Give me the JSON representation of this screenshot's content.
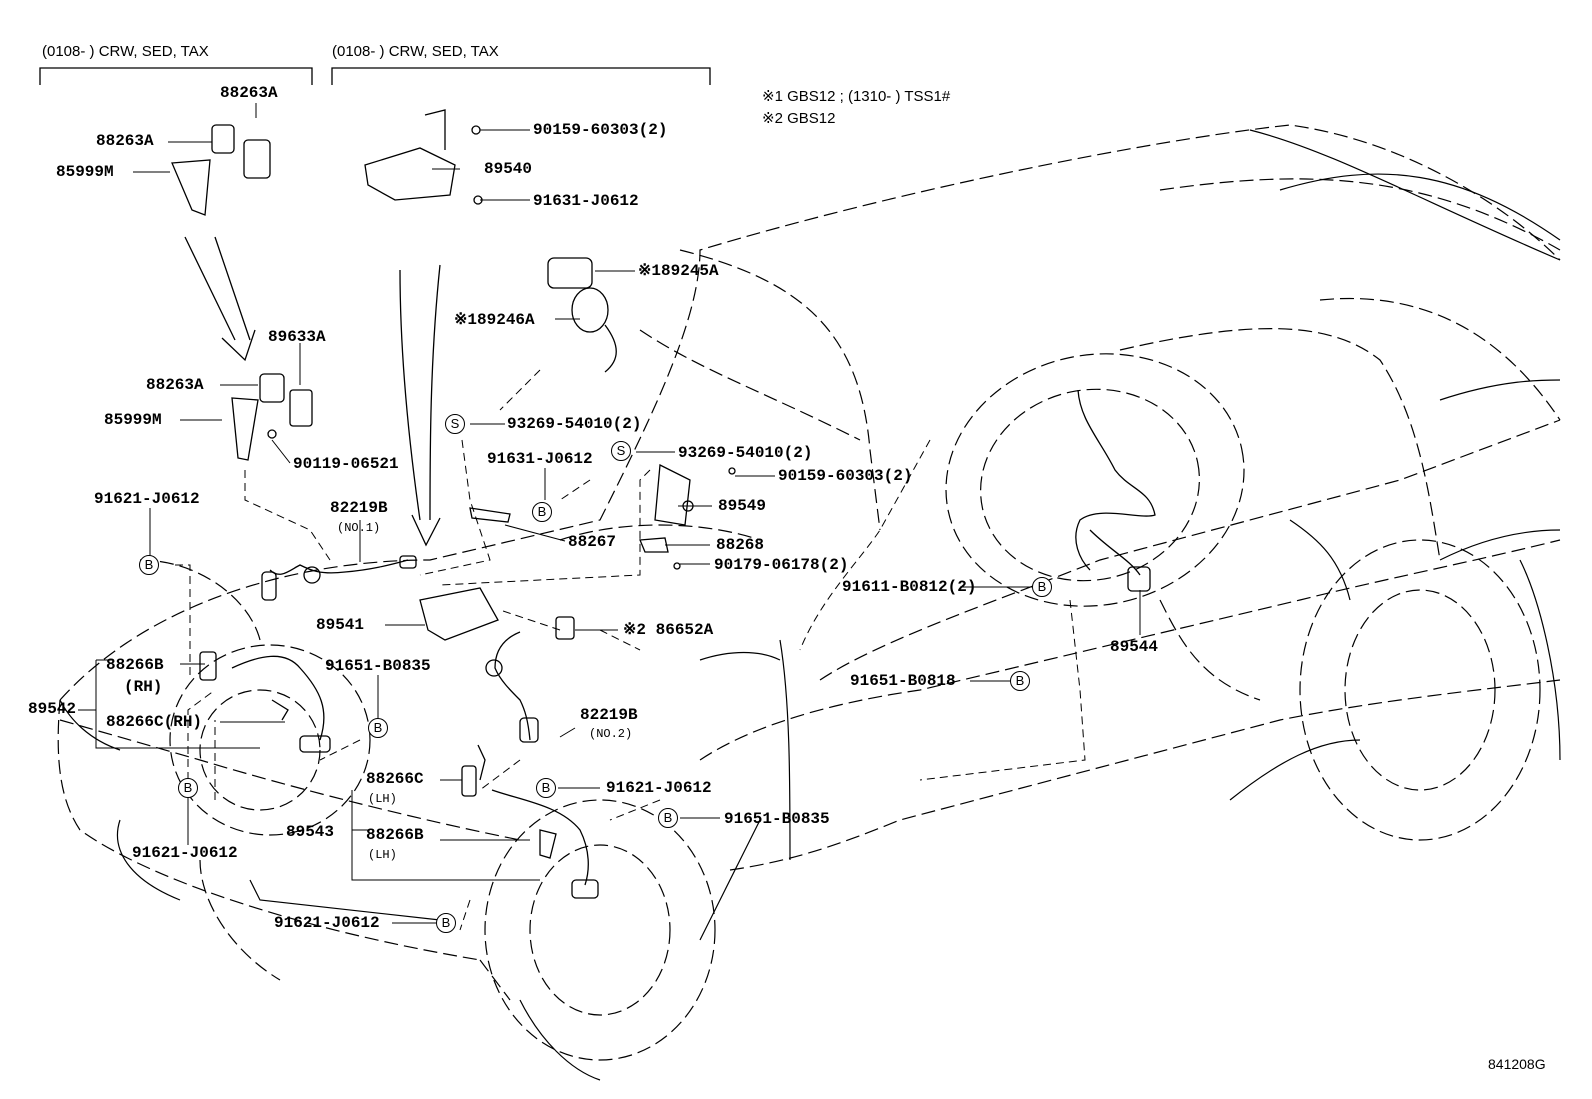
{
  "headers": {
    "left": "(0108-         ) CRW, SED, TAX",
    "center": "(0108-         ) CRW, SED, TAX"
  },
  "notes": {
    "note1": "※1 GBS12 ; (1310-        ) TSS1#",
    "note2": "※2 GBS12"
  },
  "parts": {
    "p88263A_top": "88263A",
    "p88263A_mid": "88263A",
    "p85999M_top": "85999M",
    "p89633A": "89633A",
    "p88263A_low": "88263A",
    "p85999M_low": "85999M",
    "p90119": "90119-06521",
    "p91621_a": "91621-J0612",
    "p90159_a": "90159-60303(2)",
    "p89540": "89540",
    "p91631_a": "91631-J0612",
    "p89245A": "※189245A",
    "p89246A": "※189246A",
    "p93269_a": "93269-54010(2)",
    "p91631_b": "91631-J0612",
    "p93269_b": "93269-54010(2)",
    "p90159_b": "90159-60303(2)",
    "p89549": "89549",
    "p88267": "88267",
    "p88268": "88268",
    "p90179": "90179-06178(2)",
    "p82219B_1": "82219B",
    "p82219B_1_sub": "(NO.1)",
    "p89541": "89541",
    "p86652A": "※2 86652A",
    "p91611": "91611-B0812(2)",
    "p89544": "89544",
    "p91651_a": "91651-B0835",
    "p91651_b": "91651-B0818",
    "p88266B_rh": "88266B",
    "p88266B_rh_sub": "(RH)",
    "p88266C_rh": "88266C(RH)",
    "p89542": "89542",
    "p82219B_2": "82219B",
    "p82219B_2_sub": "(NO.2)",
    "p88266C_lh": "88266C",
    "p88266C_lh_sub": "(LH)",
    "p91621_b": "91621-J0612",
    "p89543": "89543",
    "p88266B_lh": "88266B",
    "p88266B_lh_sub": "(LH)",
    "p91651_c": "91651-B0835",
    "p91621_c": "91621-J0612",
    "p91621_d": "91621-J0612"
  },
  "markers": {
    "b": "B",
    "s": "S"
  },
  "diagram_code": "841208G"
}
